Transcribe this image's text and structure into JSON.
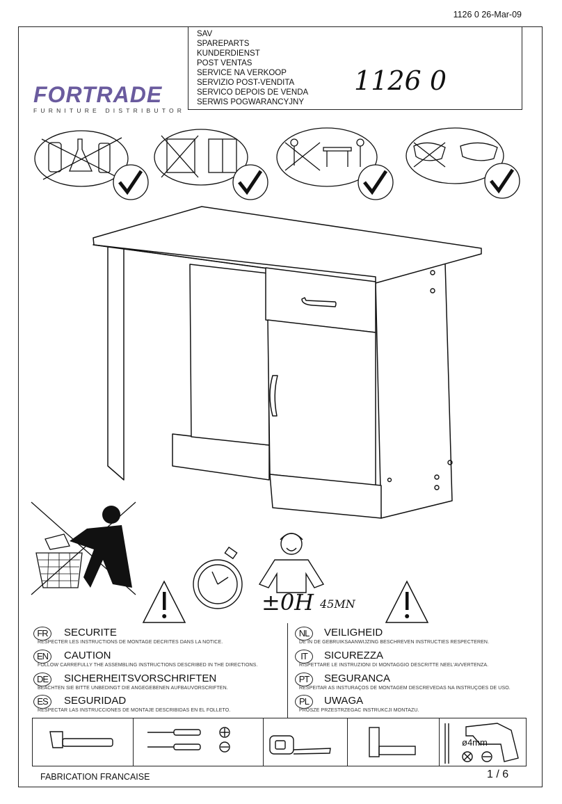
{
  "header": {
    "doc_ref": "1126 0 26-Mar-09"
  },
  "service": {
    "lines": [
      "SAV",
      "SPAREPARTS",
      "KUNDERDIENST",
      "POST VENTAS",
      "SERVICE NA VERKOOP",
      "SERVIZIO POST-VENDITA",
      "SERVICO DEPOIS DE VENDA",
      "SERWIS POGWARANCYJNY"
    ],
    "model": "1126 0"
  },
  "logo": {
    "name": "FORTRADE",
    "tagline": "FURNITURE DISTRIBUTOR",
    "color": "#6a5b9e"
  },
  "assembly": {
    "time": "±0H",
    "time_sub": "45MN"
  },
  "warnings_left": [
    {
      "code": "FR",
      "title": "SECURITE",
      "text": "RESPECTER LES INSTRUCTIONS DE MONTAGE DECRITES DANS LA NOTICE."
    },
    {
      "code": "EN",
      "title": "CAUTION",
      "text": "FOLLOW CARREFULLY THE ASSEMBLING INSTRUCTIONS DESCRIBED IN THE DIRECTIONS."
    },
    {
      "code": "DE",
      "title": "SICHERHEITSVORSCHRIFTEN",
      "text": "BEACHTEN SIE BITTE UNBEDINGT DIE ANGEGEBENEN AUFBAUVORSCRIFTEN."
    },
    {
      "code": "ES",
      "title": "SEGURIDAD",
      "text": "RESPECTAR LAS INSTRUCCIONES DE MONTAJE DESCRIBIDAS EN EL FOLLETO."
    }
  ],
  "warnings_right": [
    {
      "code": "NL",
      "title": "VEILIGHEID",
      "text": "DE IN DE GEBRUIKSAANWIJZING BESCHREVEN INSTRUCTIES RESPECTEREN."
    },
    {
      "code": "IT",
      "title": "SICUREZZA",
      "text": "RISPETTARE LE INSTRUZIONI DI MONTAGGIO DESCRITTE NEEL'AVVERTENZA."
    },
    {
      "code": "PT",
      "title": "SEGURANCA",
      "text": "RESPEITAR AS INSTURAÇOS DE MONTAGEM DESCREVEDAS NA INSTRUÇOES DE USO."
    },
    {
      "code": "PL",
      "title": "UWAGA",
      "text": "PROSZE PRZESTRZEGAC INSTRUKCJI MONTAZU."
    }
  ],
  "tools": {
    "drill_size": "ø4mm",
    "items": [
      "hammer-icon",
      "screwdriver-icon",
      "tape-measure-icon",
      "square-ruler-icon",
      "drill-icon"
    ]
  },
  "footer": {
    "made_in": "FABRICATION FRANCAISE",
    "page": "1 / 6"
  }
}
